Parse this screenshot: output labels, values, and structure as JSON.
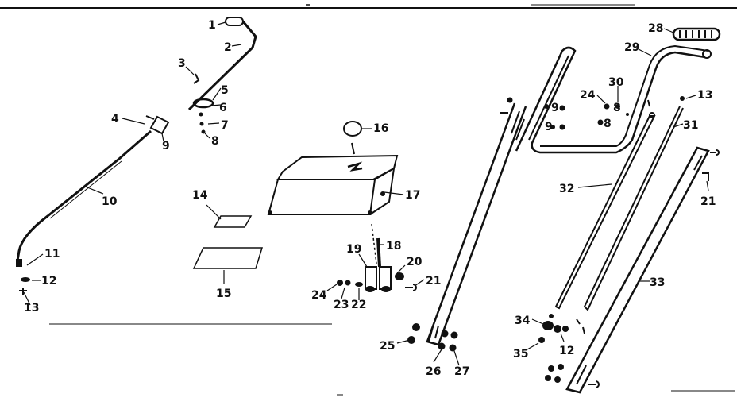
{
  "callouts": {
    "c1": "1",
    "c2": "2",
    "c3": "3",
    "c4": "4",
    "c5": "5",
    "c6": "6",
    "c7": "7",
    "c8": "8",
    "c9": "9",
    "c10": "10",
    "c11": "11",
    "c12a": "12",
    "c13a": "13",
    "c14": "14",
    "c15": "15",
    "c16": "16",
    "c17": "17",
    "c18": "18",
    "c19": "19",
    "c20": "20",
    "c21a": "21",
    "c22": "22",
    "c23": "23",
    "c24a": "24",
    "c25": "25",
    "c26": "26",
    "c27": "27",
    "c28": "28",
    "c29": "29",
    "c30": "30",
    "c24b": "24",
    "c13b": "13",
    "c31": "31",
    "c32": "32",
    "c21b": "21",
    "c33": "33",
    "c34": "34",
    "c12b": "12",
    "c35": "35"
  },
  "hardware_marks": {
    "nine_a": "9",
    "nine_b": "9",
    "eight_a": "8",
    "eight_b": "8"
  }
}
